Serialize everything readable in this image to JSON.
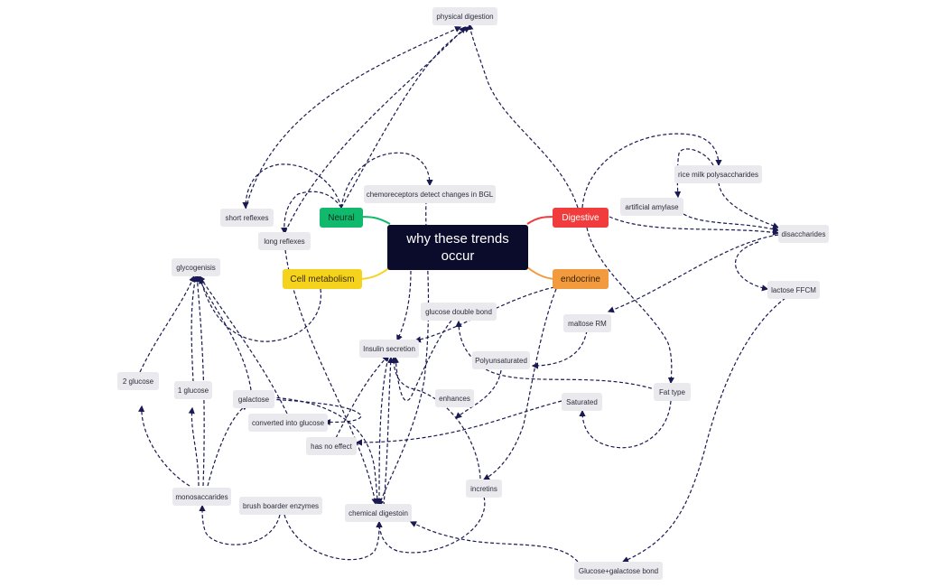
{
  "central_topic": "why these trends\noccur",
  "branches": {
    "neural": {
      "label": "Neural",
      "color": "#10b96c",
      "text_color": "#10321f"
    },
    "digestive": {
      "label": "Digestive",
      "color": "#f03c3c",
      "text_color": "#ffffff"
    },
    "cell_metabolism": {
      "label": "Cell metabolism",
      "color": "#f5d31c",
      "text_color": "#3a3000"
    },
    "endocrine": {
      "label": "endocrine",
      "color": "#f29a3e",
      "text_color": "#3a2000"
    }
  },
  "nodes": {
    "physical_digestion": "physical digestion",
    "rice_milk_polysaccharides": "rice milk polysaccharides",
    "chemoreceptors": "chemoreceptors detect changes in BGL",
    "short_reflexes": "short reflexes",
    "long_reflexes": "long reflexes",
    "artificial_amylase": "artificial amylase",
    "disaccharides": "disaccharides",
    "glycogenisis": "glycogenisis",
    "lactose_ffcm": "lactose FFCM",
    "glucose_double_bond": "glucose double bond",
    "maltose_rm": "maltose RM",
    "insulin_secretion": "Insulin secretion",
    "polyunsaturated": "Polyunsaturated",
    "two_glucose": "2 glucose",
    "one_glucose": "1 glucose",
    "fat_type": "Fat type",
    "galactose": "galactose",
    "enhances": "enhances",
    "saturated": "Saturated",
    "converted_into_glucose": "converted into glucose",
    "has_no_effect": "has no effect",
    "incretins": "incretins",
    "monosaccarides": "monosaccarides",
    "brush_boarder_enzymes": "brush boarder enzymes",
    "chemical_digestoin": "chemical digestoin",
    "glucose_galactose_bond": "Glucose+galactose bond"
  },
  "colors": {
    "link": "#1a1a52",
    "node_bg": "#e9e9ee",
    "central_bg": "#0b0b2c"
  }
}
